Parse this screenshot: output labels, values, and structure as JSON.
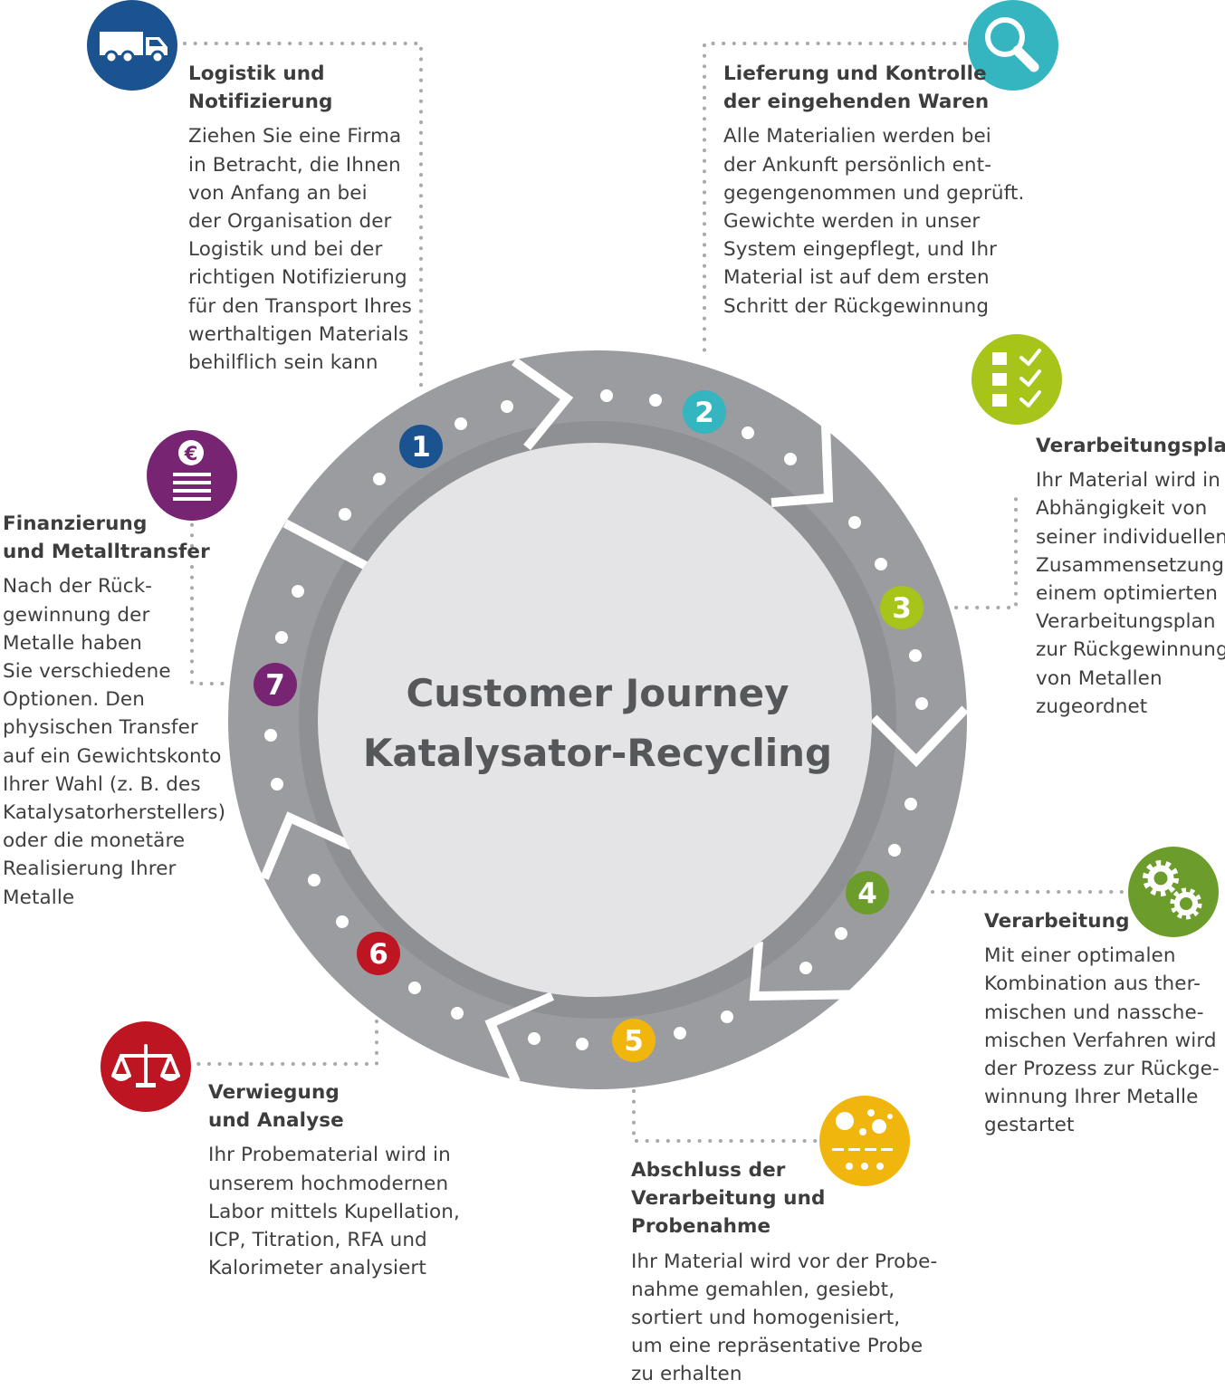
{
  "center": {
    "line1": "Customer Journey",
    "line2": "Katalysator-Recycling"
  },
  "colors": {
    "ring": "#9b9c9f",
    "center": "#e4e4e6",
    "dots": "#a8a9ac",
    "text": "#3f3f3f"
  },
  "steps": [
    {
      "number": "1",
      "color": "#1b5390",
      "icon": "truck-icon",
      "title": [
        "Logistik und",
        "Notifizierung"
      ],
      "body": [
        "Ziehen Sie eine Firma",
        "in Betracht, die Ihnen",
        "von Anfang an bei",
        "der Organisation der",
        "Logistik und bei der",
        "richtigen Notifizierung",
        "für den Transport Ihres",
        "werthaltigen Materials",
        "behilflich sein kann"
      ]
    },
    {
      "number": "2",
      "color": "#35b5c0",
      "icon": "magnifier-icon",
      "title": [
        "Lieferung und Kontrolle",
        "der eingehenden Waren"
      ],
      "body": [
        "Alle Materialien werden bei",
        "der Ankunft persönlich ent-",
        "gegengenommen und geprüft.",
        "Gewichte werden in unser",
        "System eingepflegt, und Ihr",
        "Material ist auf dem ersten",
        "Schritt der Rückgewinnung"
      ]
    },
    {
      "number": "3",
      "color": "#a6c41a",
      "icon": "checklist-icon",
      "title": [
        "Verarbeitungsplan"
      ],
      "body": [
        "Ihr Material wird in",
        "Abhängigkeit von",
        "seiner individuellen",
        "Zusammensetzung",
        "einem optimierten",
        "Verarbeitungsplan",
        "zur Rückgewinnung",
        "von Metallen",
        "zugeordnet"
      ]
    },
    {
      "number": "4",
      "color": "#6c9d2c",
      "icon": "gears-icon",
      "title": [
        "Verarbeitung"
      ],
      "body": [
        "Mit einer optimalen",
        "Kombination aus ther-",
        "mischen und nassche-",
        "mischen Verfahren wird",
        "der Prozess zur Rückge-",
        "winnung Ihrer Metalle",
        "gestartet"
      ]
    },
    {
      "number": "5",
      "color": "#f1b60d",
      "icon": "particles-icon",
      "title": [
        "Abschluss der",
        "Verarbeitung und",
        "Probenahme"
      ],
      "body": [
        "Ihr Material wird vor der Probe-",
        "nahme gemahlen, gesiebt,",
        "sortiert und homogenisiert,",
        "um eine repräsentative Probe",
        "zu erhalten"
      ]
    },
    {
      "number": "6",
      "color": "#bd1522",
      "icon": "scales-icon",
      "title": [
        "Verwiegung",
        "und Analyse"
      ],
      "body": [
        "Ihr Probematerial wird in",
        "unserem hochmodernen",
        "Labor mittels Kupellation,",
        "ICP, Titration, RFA und",
        "Kalorimeter analysiert"
      ]
    },
    {
      "number": "7",
      "color": "#772472",
      "icon": "euro-document-icon",
      "title": [
        "Finanzierung",
        "und Metalltransfer"
      ],
      "body": [
        "Nach der Rück-",
        "gewinnung der",
        "Metalle haben",
        "Sie verschiedene",
        "Optionen. Den",
        "physischen Transfer",
        "auf ein Gewichtskonto",
        "Ihrer Wahl (z. B. des",
        "Katalysatorherstellers)",
        "oder die monetäre",
        "Realisierung Ihrer",
        "Metalle"
      ]
    }
  ]
}
